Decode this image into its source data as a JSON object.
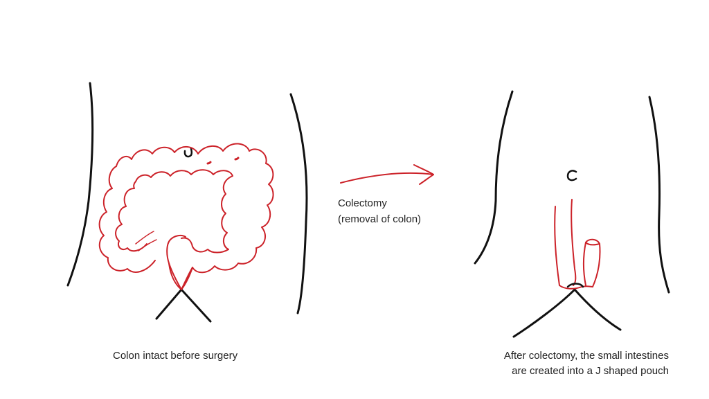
{
  "labels": {
    "before": "Colon intact before surgery",
    "procedure_line1": "Colectomy",
    "procedure_line2": "(removal of colon)",
    "after_line1": "After colectomy, the small intestines",
    "after_line2": "are created into a J shaped pouch"
  },
  "colors": {
    "outline": "#111111",
    "organ": "#cc2229"
  }
}
